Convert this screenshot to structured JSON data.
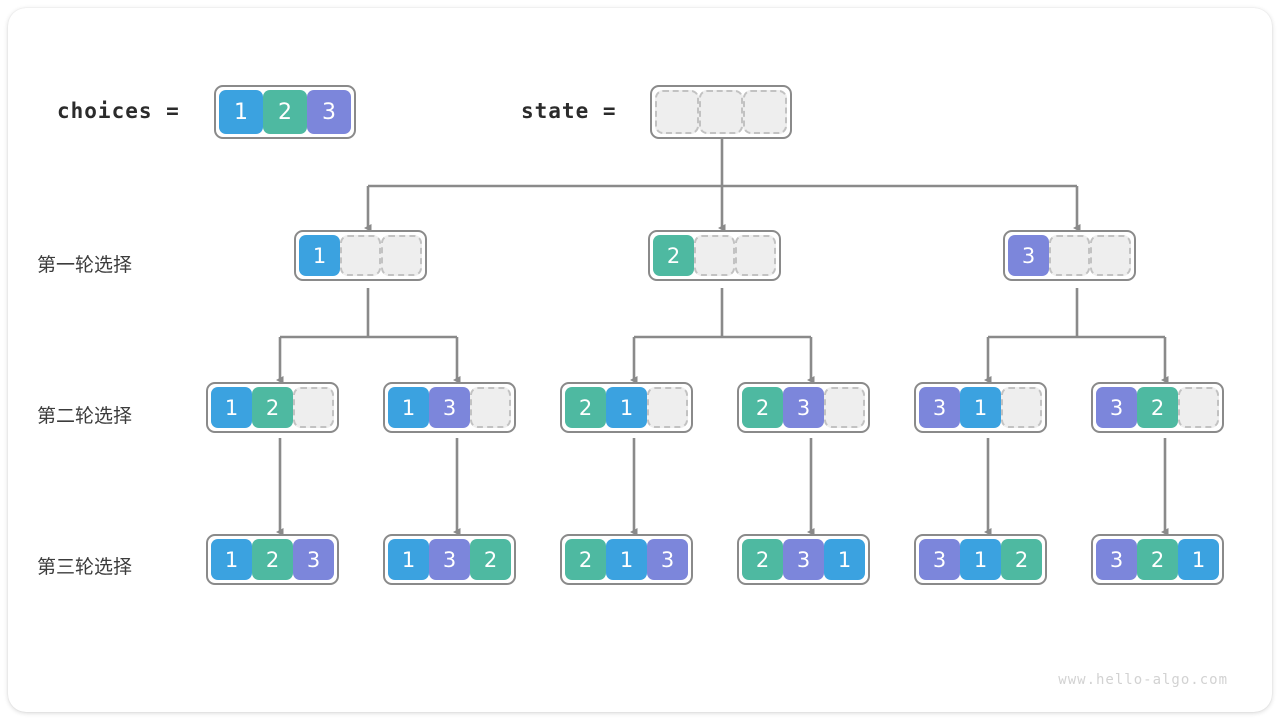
{
  "header": {
    "choices_label": "choices =",
    "state_label": "state ="
  },
  "colors": {
    "value_1": "#3ba2e0",
    "value_2": "#4eb9a1",
    "value_3": "#7c86db",
    "empty_fill": "#eeeeee",
    "empty_border": "#c2c2c2",
    "node_border": "#8a8a8a",
    "connector": "#8a8a8a",
    "text": "#3c3c3c"
  },
  "choices": {
    "cells": [
      "1",
      "2",
      "3"
    ]
  },
  "state": {
    "cells": [
      "",
      "",
      ""
    ]
  },
  "rows": [
    {
      "label": "第一轮选择",
      "nodes": [
        {
          "cells": [
            "1",
            "",
            ""
          ]
        },
        {
          "cells": [
            "2",
            "",
            ""
          ]
        },
        {
          "cells": [
            "3",
            "",
            ""
          ]
        }
      ]
    },
    {
      "label": "第二轮选择",
      "nodes": [
        {
          "cells": [
            "1",
            "2",
            ""
          ]
        },
        {
          "cells": [
            "1",
            "3",
            ""
          ]
        },
        {
          "cells": [
            "2",
            "1",
            ""
          ]
        },
        {
          "cells": [
            "2",
            "3",
            ""
          ]
        },
        {
          "cells": [
            "3",
            "1",
            ""
          ]
        },
        {
          "cells": [
            "3",
            "2",
            ""
          ]
        }
      ]
    },
    {
      "label": "第三轮选择",
      "nodes": [
        {
          "cells": [
            "1",
            "2",
            "3"
          ]
        },
        {
          "cells": [
            "1",
            "3",
            "2"
          ]
        },
        {
          "cells": [
            "2",
            "1",
            "3"
          ]
        },
        {
          "cells": [
            "2",
            "3",
            "1"
          ]
        },
        {
          "cells": [
            "3",
            "1",
            "2"
          ]
        },
        {
          "cells": [
            "3",
            "2",
            "1"
          ]
        }
      ]
    }
  ],
  "watermark": "www.hello-algo.com"
}
